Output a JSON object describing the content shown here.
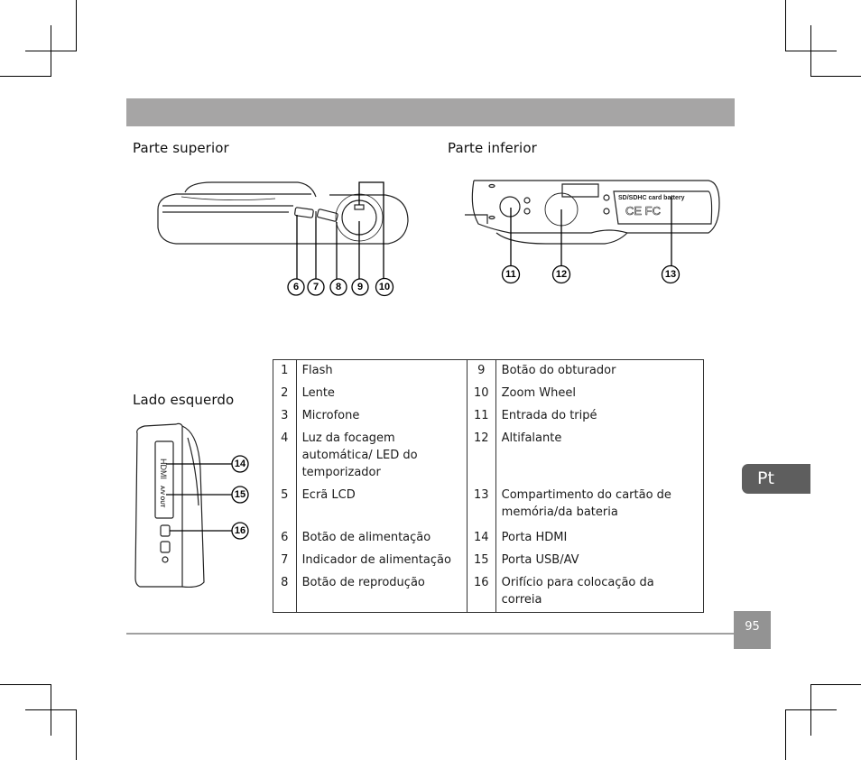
{
  "header_bar": {
    "text": ""
  },
  "sections": {
    "top_view_title": "Parte superior",
    "bottom_view_title": "Parte inferior",
    "left_view_title": "Lado esquerdo"
  },
  "diagram_labels": {
    "top_callouts": [
      "6",
      "7",
      "8",
      "9",
      "10"
    ],
    "bottom_callouts": [
      "11",
      "12",
      "13"
    ],
    "left_callouts": [
      "14",
      "15",
      "16"
    ],
    "bottom_compartment_text": "SD/SDHC card   battery",
    "bottom_marks": "CE FC",
    "left_port_hdmi": "HDMI",
    "left_port_av": "A/V OUT"
  },
  "legend": {
    "rows": [
      {
        "n1": "1",
        "l1": "Flash",
        "n2": "9",
        "l2": "Botão do obturador"
      },
      {
        "n1": "2",
        "l1": "Lente",
        "n2": "10",
        "l2": "Zoom Wheel"
      },
      {
        "n1": "3",
        "l1": "Microfone",
        "n2": "11",
        "l2": "Entrada do tripé"
      },
      {
        "n1": "4",
        "l1": "Luz da focagem automática/ LED do temporizador",
        "n2": "12",
        "l2": "Altifalante"
      },
      {
        "n1": "5",
        "l1": "Ecrã LCD",
        "n2": "13",
        "l2": "Compartimento do cartão de memória/da bateria"
      },
      {
        "n1": "6",
        "l1": "Botão de alimentação",
        "n2": "14",
        "l2": "Porta HDMI"
      },
      {
        "n1": "7",
        "l1": "Indicador de alimentação",
        "n2": "15",
        "l2": "Porta USB/AV"
      },
      {
        "n1": "8",
        "l1": "Botão de reprodução",
        "n2": "16",
        "l2": "Orifício para colocação da correia"
      }
    ]
  },
  "language_tab": "Pt",
  "page_number": "95"
}
